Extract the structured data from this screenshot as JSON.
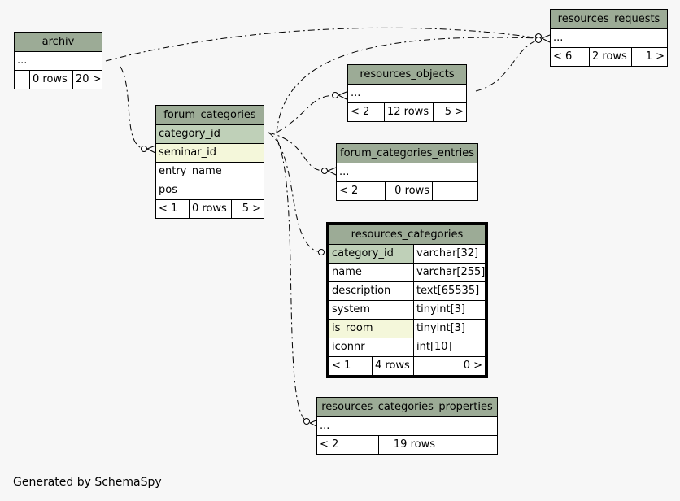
{
  "tables": {
    "archiv": {
      "name": "archiv",
      "body": "...",
      "stats": [
        "",
        "0 rows",
        "20 >"
      ]
    },
    "forum_categories": {
      "name": "forum_categories",
      "columns": [
        "category_id",
        "seminar_id",
        "entry_name",
        "pos"
      ],
      "stats": [
        "< 1",
        "0 rows",
        "5 >"
      ]
    },
    "resources_requests": {
      "name": "resources_requests",
      "body": "...",
      "stats": [
        "< 6",
        "2 rows",
        "1 >"
      ]
    },
    "resources_objects": {
      "name": "resources_objects",
      "body": "...",
      "stats": [
        "< 2",
        "12 rows",
        "5 >"
      ]
    },
    "forum_categories_entries": {
      "name": "forum_categories_entries",
      "body": "...",
      "stats": [
        "< 2",
        "0 rows",
        ""
      ]
    },
    "resources_categories": {
      "name": "resources_categories",
      "columns": [
        {
          "name": "category_id",
          "type": "varchar[32]"
        },
        {
          "name": "name",
          "type": "varchar[255]"
        },
        {
          "name": "description",
          "type": "text[65535]"
        },
        {
          "name": "system",
          "type": "tinyint[3]"
        },
        {
          "name": "is_room",
          "type": "tinyint[3]"
        },
        {
          "name": "iconnr",
          "type": "int[10]"
        }
      ],
      "stats": [
        "< 1",
        "4 rows",
        "0 >"
      ]
    },
    "resources_categories_properties": {
      "name": "resources_categories_properties",
      "body": "...",
      "stats": [
        "< 2",
        "19 rows",
        ""
      ]
    }
  },
  "footer": "Generated by SchemaSpy",
  "colors": {
    "header": "#9cab96",
    "primary_key": "#bfd0b8",
    "foreign_key": "#f4f7da",
    "background": "#f7f7f7"
  }
}
